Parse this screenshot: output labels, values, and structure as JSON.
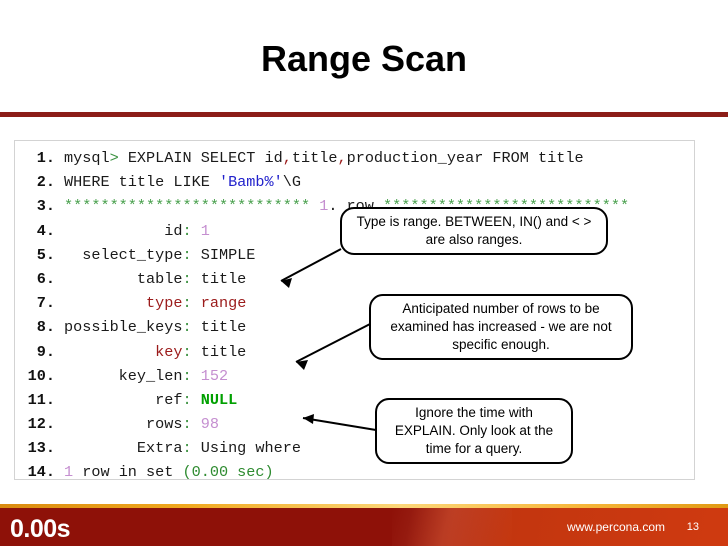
{
  "slide": {
    "title": "Range Scan",
    "accent_red": "#8c1d18",
    "footer_red": "#9e1a0d",
    "footer_orange": "#f0a81e"
  },
  "code": {
    "lines": [
      {
        "num": "1.",
        "tokens": [
          {
            "t": "mysql",
            "c": "c-plain"
          },
          {
            "t": ">",
            "c": "c-green"
          },
          {
            "t": " EXPLAIN SELECT id",
            "c": "c-plain"
          },
          {
            "t": ",",
            "c": "c-comma"
          },
          {
            "t": "title",
            "c": "c-plain"
          },
          {
            "t": ",",
            "c": "c-comma"
          },
          {
            "t": "production_year FROM title",
            "c": "c-plain"
          }
        ]
      },
      {
        "num": "2.",
        "tokens": [
          {
            "t": "WHERE title LIKE ",
            "c": "c-plain"
          },
          {
            "t": "'Bamb%'",
            "c": "c-blue"
          },
          {
            "t": "\\G",
            "c": "c-plain"
          }
        ]
      },
      {
        "num": "3.",
        "tokens": [
          {
            "t": "*************************** ",
            "c": "c-star"
          },
          {
            "t": "1",
            "c": "c-purple"
          },
          {
            "t": ". row ",
            "c": "c-plain"
          },
          {
            "t": "***************************",
            "c": "c-star"
          }
        ]
      },
      {
        "num": "4.",
        "tokens": [
          {
            "t": "           id",
            "c": "c-plain"
          },
          {
            "t": ":",
            "c": "c-green"
          },
          {
            "t": " ",
            "c": "c-plain"
          },
          {
            "t": "1",
            "c": "c-purple"
          }
        ]
      },
      {
        "num": "5.",
        "tokens": [
          {
            "t": "  select_type",
            "c": "c-plain"
          },
          {
            "t": ":",
            "c": "c-green"
          },
          {
            "t": " SIMPLE",
            "c": "c-plain"
          }
        ]
      },
      {
        "num": "6.",
        "tokens": [
          {
            "t": "        table",
            "c": "c-plain"
          },
          {
            "t": ":",
            "c": "c-green"
          },
          {
            "t": " title",
            "c": "c-plain"
          }
        ]
      },
      {
        "num": "7.",
        "tokens": [
          {
            "t": "         ",
            "c": "c-plain"
          },
          {
            "t": "type",
            "c": "c-red"
          },
          {
            "t": ":",
            "c": "c-green"
          },
          {
            "t": " ",
            "c": "c-plain"
          },
          {
            "t": "range",
            "c": "c-red"
          }
        ]
      },
      {
        "num": "8.",
        "tokens": [
          {
            "t": "possible_keys",
            "c": "c-plain"
          },
          {
            "t": ":",
            "c": "c-green"
          },
          {
            "t": " title",
            "c": "c-plain"
          }
        ]
      },
      {
        "num": "9.",
        "tokens": [
          {
            "t": "          ",
            "c": "c-plain"
          },
          {
            "t": "key",
            "c": "c-red"
          },
          {
            "t": ":",
            "c": "c-green"
          },
          {
            "t": " title",
            "c": "c-plain"
          }
        ]
      },
      {
        "num": "10.",
        "tokens": [
          {
            "t": "      key_len",
            "c": "c-plain"
          },
          {
            "t": ":",
            "c": "c-green"
          },
          {
            "t": " ",
            "c": "c-plain"
          },
          {
            "t": "152",
            "c": "c-purple"
          }
        ]
      },
      {
        "num": "11.",
        "tokens": [
          {
            "t": "          ref",
            "c": "c-plain"
          },
          {
            "t": ":",
            "c": "c-green"
          },
          {
            "t": " ",
            "c": "c-plain"
          },
          {
            "t": "NULL",
            "c": "c-null"
          }
        ]
      },
      {
        "num": "12.",
        "tokens": [
          {
            "t": "         rows",
            "c": "c-plain"
          },
          {
            "t": ":",
            "c": "c-green"
          },
          {
            "t": " ",
            "c": "c-plain"
          },
          {
            "t": "98",
            "c": "c-purple"
          }
        ]
      },
      {
        "num": "13.",
        "tokens": [
          {
            "t": "        Extra",
            "c": "c-plain"
          },
          {
            "t": ":",
            "c": "c-green"
          },
          {
            "t": " Using where",
            "c": "c-plain"
          }
        ]
      },
      {
        "num": "14.",
        "tokens": [
          {
            "t": "1",
            "c": "c-purple"
          },
          {
            "t": " row in set ",
            "c": "c-plain"
          },
          {
            "t": "(0.00 sec)",
            "c": "c-greend"
          }
        ]
      }
    ]
  },
  "callouts": [
    {
      "id": "callout-1",
      "text": "Type is range.  BETWEEN, IN() and < > are also ranges."
    },
    {
      "id": "callout-2",
      "text": "Anticipated number of rows to be examined has increased - we are not specific enough."
    },
    {
      "id": "callout-3",
      "text": "Ignore the time with EXPLAIN.  Only look at the time for a query."
    }
  ],
  "footer": {
    "time": "0.00s",
    "url": "www.percona.com",
    "page": "13"
  }
}
